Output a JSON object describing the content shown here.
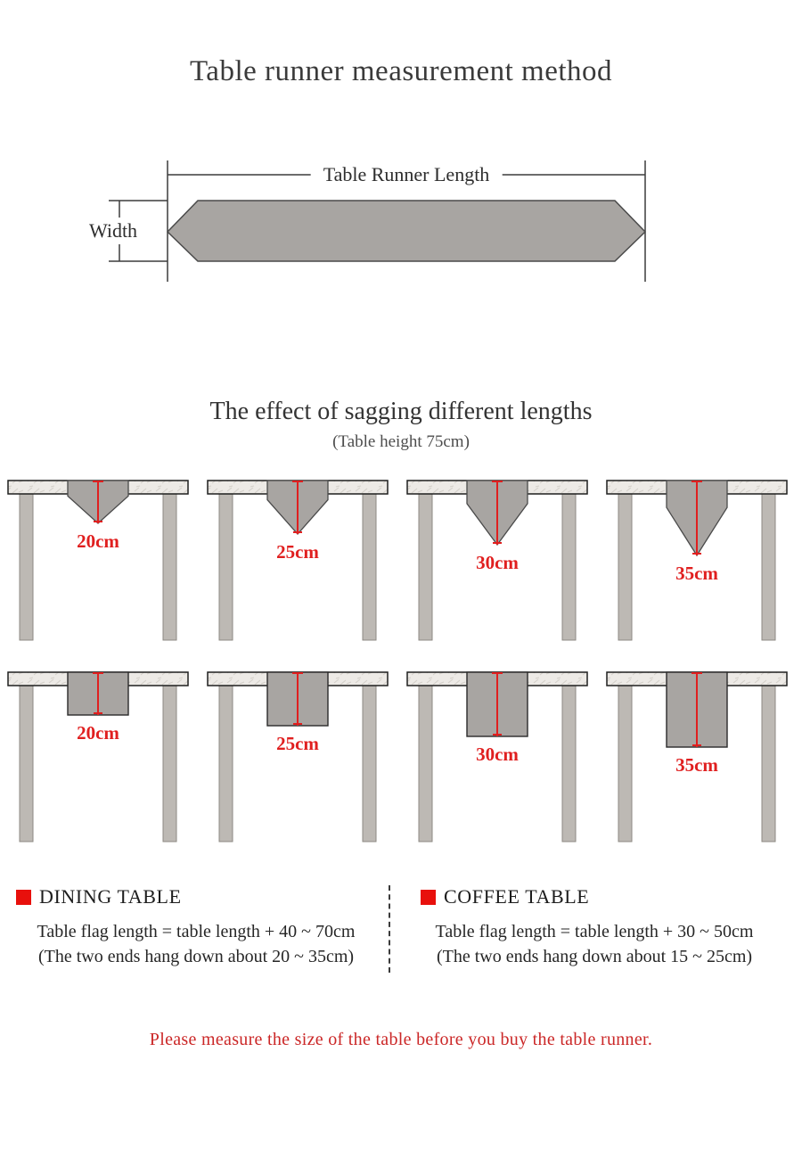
{
  "page": {
    "title": "Table runner measurement method",
    "note": "Please measure the size of the table before you buy the table runner."
  },
  "measurement_diagram": {
    "length_label": "Table Runner Length",
    "width_label": "Width"
  },
  "sagging": {
    "title": "The effect of sagging different lengths",
    "subtitle": "(Table height 75cm)",
    "rows": [
      {
        "style": "pointed",
        "items": [
          {
            "label": "20cm",
            "cm": 20
          },
          {
            "label": "25cm",
            "cm": 25
          },
          {
            "label": "30cm",
            "cm": 30
          },
          {
            "label": "35cm",
            "cm": 35
          }
        ]
      },
      {
        "style": "straight",
        "items": [
          {
            "label": "20cm",
            "cm": 20
          },
          {
            "label": "25cm",
            "cm": 25
          },
          {
            "label": "30cm",
            "cm": 30
          },
          {
            "label": "35cm",
            "cm": 35
          }
        ]
      }
    ]
  },
  "guides": [
    {
      "heading": "DINING TABLE",
      "formula": "Table flag length = table length + 40 ~ 70cm",
      "note": "(The two ends hang down about 20 ~ 35cm)"
    },
    {
      "heading": "COFFEE TABLE",
      "formula": "Table flag length = table length + 30 ~ 50cm",
      "note": "(The two ends hang down about 15 ~ 25cm)"
    }
  ],
  "colors": {
    "arrow_red": "#e01f1f",
    "runner_gray": "#a8a5a2",
    "table_top": "#edeae6",
    "leg_gray": "#bdb9b4",
    "bullet_red": "#e8100c",
    "note_red": "#cb2727"
  }
}
